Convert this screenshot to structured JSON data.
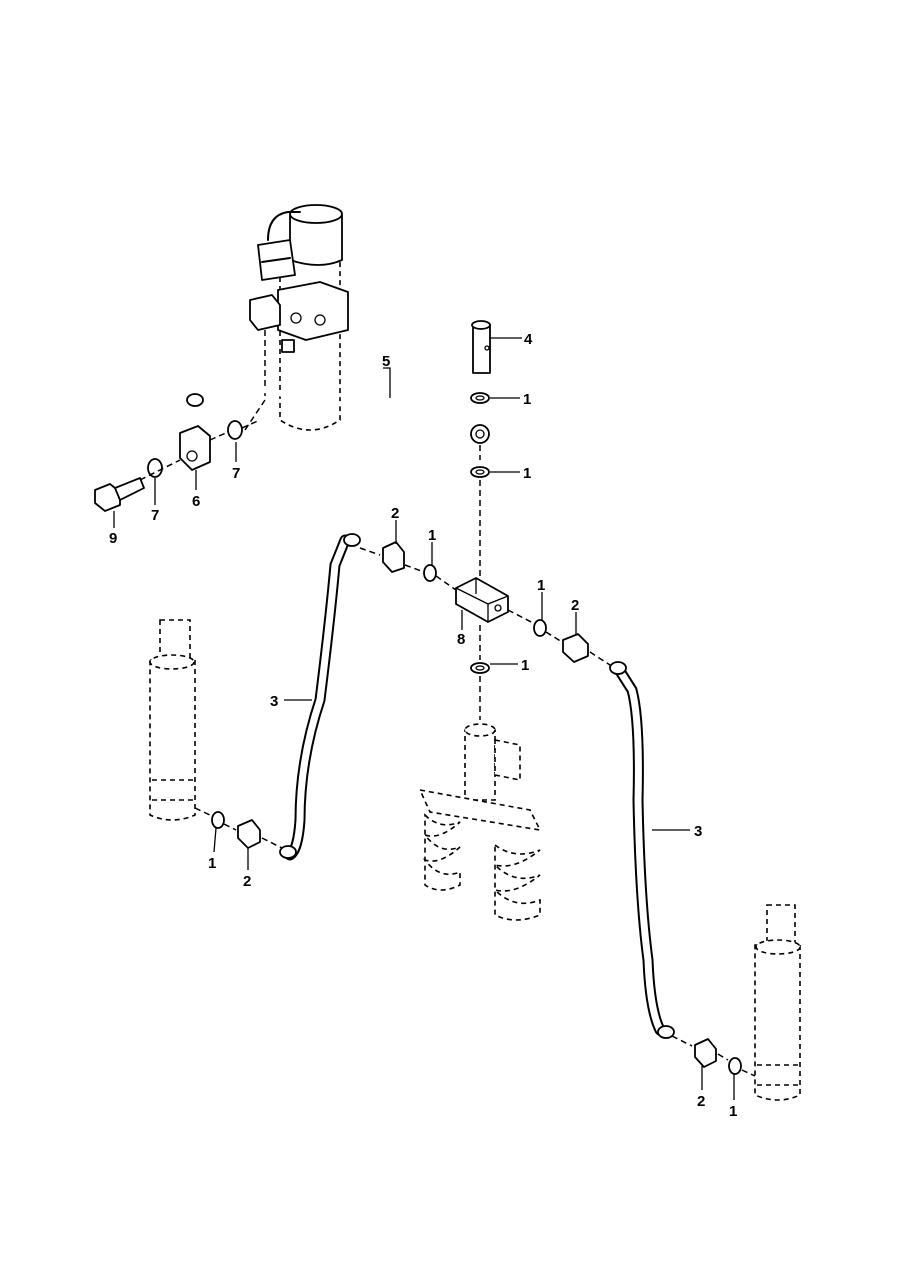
{
  "callouts": {
    "c4": "4",
    "c1a": "1",
    "c5": "5",
    "c1b": "1",
    "c7a": "7",
    "c9": "9",
    "c7b": "7",
    "c6": "6",
    "c2a": "2",
    "c1c": "1",
    "c1d": "1",
    "c2b": "2",
    "c8": "8",
    "c1e": "1",
    "c3a": "3",
    "c3b": "3",
    "c1f": "1",
    "c2c": "2",
    "c2d": "2",
    "c1g": "1"
  }
}
